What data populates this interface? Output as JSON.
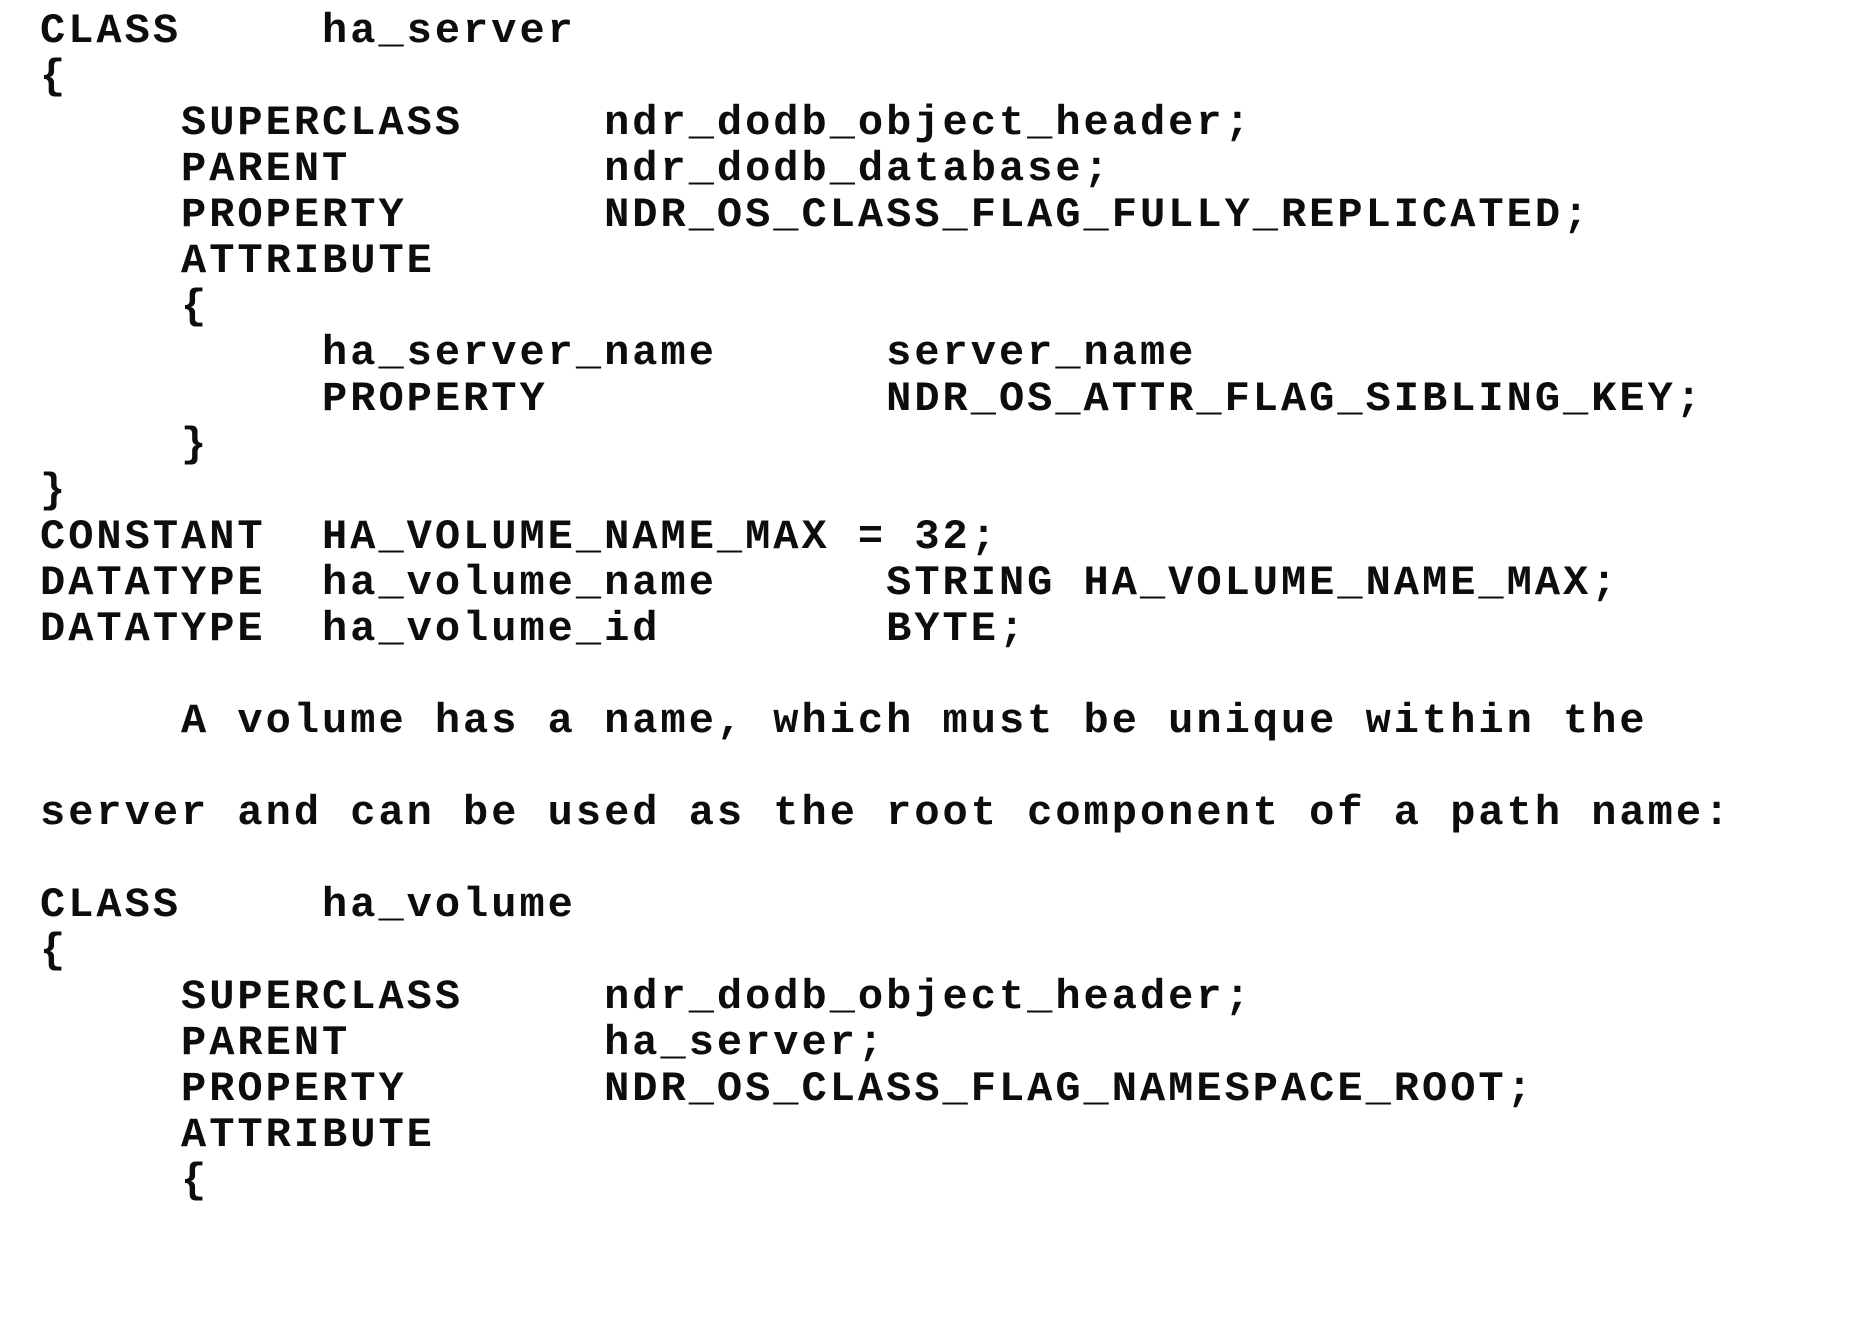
{
  "colors": {
    "background": "#ffffff",
    "text": "#0d0d0d"
  },
  "document": {
    "kind": "scanned-code-specification-page",
    "lines": [
      "CLASS     ha_server",
      "{",
      "     SUPERCLASS     ndr_dodb_object_header;",
      "     PARENT         ndr_dodb_database;",
      "     PROPERTY       NDR_OS_CLASS_FLAG_FULLY_REPLICATED;",
      "     ATTRIBUTE",
      "     {",
      "          ha_server_name      server_name",
      "          PROPERTY            NDR_OS_ATTR_FLAG_SIBLING_KEY;",
      "     }",
      "}",
      "CONSTANT  HA_VOLUME_NAME_MAX = 32;",
      "DATATYPE  ha_volume_name      STRING HA_VOLUME_NAME_MAX;",
      "DATATYPE  ha_volume_id        BYTE;",
      "",
      "     A volume has a name, which must be unique within the",
      "",
      "server and can be used as the root component of a path name:",
      "",
      "CLASS     ha_volume",
      "{",
      "     SUPERCLASS     ndr_dodb_object_header;",
      "     PARENT         ha_server;",
      "     PROPERTY       NDR_OS_CLASS_FLAG_NAMESPACE_ROOT;",
      "     ATTRIBUTE",
      "     {"
    ]
  }
}
